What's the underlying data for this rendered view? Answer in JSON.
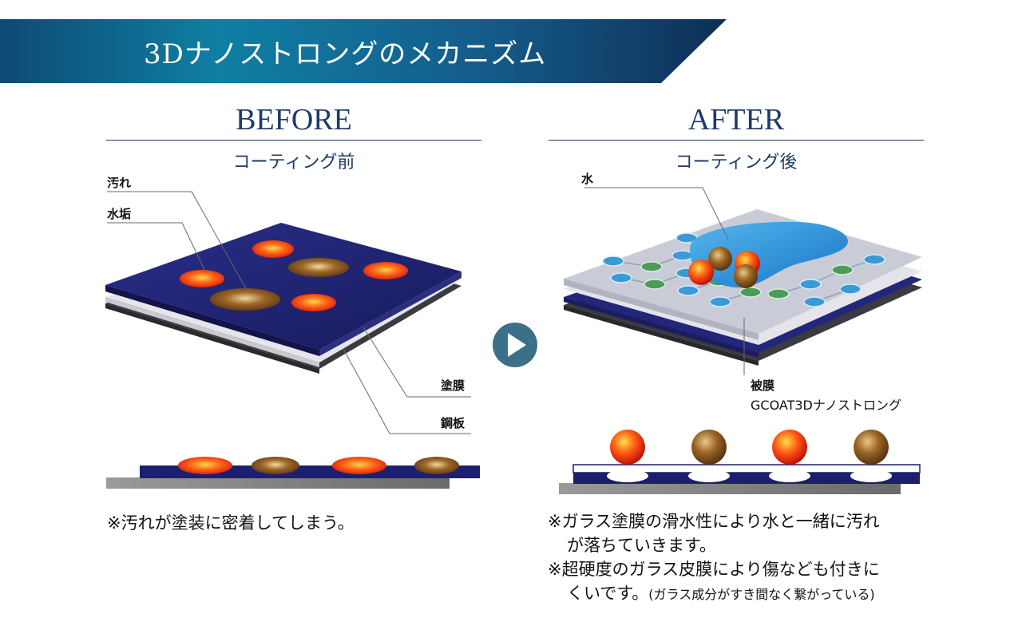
{
  "title": "3Dナノストロングのメカニズム",
  "before": {
    "heading": "BEFORE",
    "subheading": "コーティング前",
    "labels": {
      "dirt": "汚れ",
      "water_scale": "水垢",
      "paint_film": "塗膜",
      "steel_plate": "鋼板"
    },
    "note": "※汚れが塗装に密着してしまう。"
  },
  "after": {
    "heading": "AFTER",
    "subheading": "コーティング後",
    "labels": {
      "water": "水",
      "coating_film": "被膜",
      "coating_product": "GCOAT3Dナノストロング"
    },
    "notes": [
      "※ガラス塗膜の滑水性により水と一緒に汚れ",
      "が落ちていきます。",
      "※超硬度のガラス皮膜により傷なども付きに",
      "くいです。",
      "(ガラス成分がすき間なく繋がっている)"
    ]
  },
  "colors": {
    "navy": "#1c1f6e",
    "dirt_red": "#e8440c",
    "scale_brown": "#8a5a1f",
    "water_blue": "#1e8fd8",
    "arrow": "#3b7088"
  },
  "icons": {
    "arrow": "play-arrow-icon"
  }
}
